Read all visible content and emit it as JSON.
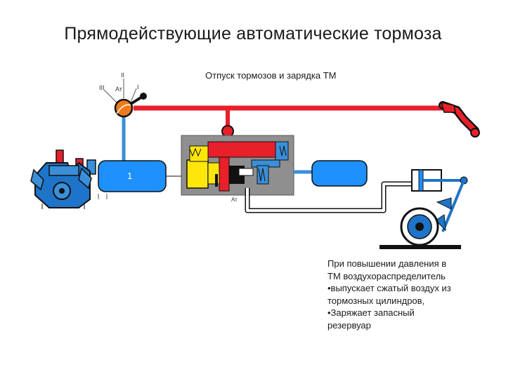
{
  "title": "Прямодействующие автоматические тормоза",
  "subtitle": "Отпуск тормозов и зарядка ТМ",
  "crane": {
    "pos_ii": "II",
    "pos_iii": "III",
    "pos_i": "I",
    "atm": "Ат"
  },
  "reservoir_label": "1",
  "distributor_atm": "Ат",
  "note_lines": [
    "При повышении давления в",
    "ТМ воздухораспределитель",
    "•выпускает сжатый воздух из",
    "тормозных цилиндров,",
    "•Заряжает запасный",
    "резервуар"
  ],
  "colors": {
    "brake_line": "#e8202a",
    "supply": "#3a8fd8",
    "reservoir": "#1e90ff",
    "yellow": "#ffe60a",
    "body_gray": "#8f8f8f",
    "orange": "#f07a1a"
  }
}
